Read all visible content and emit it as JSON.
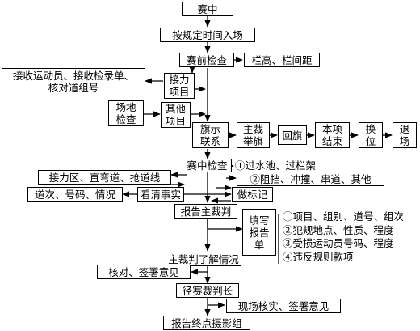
{
  "nodes": {
    "sai_zhong": "赛中",
    "an_gui_ding": "按规定时间入场",
    "sai_qian_jian_cha": "赛前检查",
    "lan_gao": "栏高、栏间距",
    "jie_shou": "接收运动员、接收检录单、\n核对道组号",
    "jie_li_xiang_mu": "接力\n项目",
    "chang_di_jian_cha": "场地\n检查",
    "qi_ta_xiang_mu": "其他\n项目",
    "qi_shi_lian_xi": "旗示\n联系",
    "zhu_cai_ju_qi": "主裁\n举旗",
    "hui_qi": "回旗",
    "ben_xiang_jie_shu": "本项\n结束",
    "huan_wei": "换\n位",
    "tui_chang": "退\n场",
    "sai_zhong_jian_cha": "赛中检查",
    "guo_shui_chi": "①过水池、过栏架",
    "jie_li_qu": "接力区、直弯道、抢道线",
    "zu_dang": "②阻挡、冲撞、串道、其他",
    "dao_ci": "道次、号码、情况",
    "kan_qing_shi_shi": "看清事实",
    "zuo_biao_ji": "做标记",
    "bao_gao_zhu_cai_pan": "报告主裁判",
    "tian_xie_bao_gao_dan": "填写\n报告\n单",
    "report_items": "①项目、组别、道号、组次\n②犯规地点、性质、程度\n③受损运动员号码、程度\n④违反规则款项",
    "zhu_cai_pan_liao_jie": "主裁判了解情况",
    "he_dui": "核对、签署意见",
    "jing_sai_cai_pan_zhang": "径赛裁判长",
    "xian_chang_he_shi": "现场核实、签署意见",
    "bao_gao_zhong_dian": "报告终点摄影组"
  }
}
